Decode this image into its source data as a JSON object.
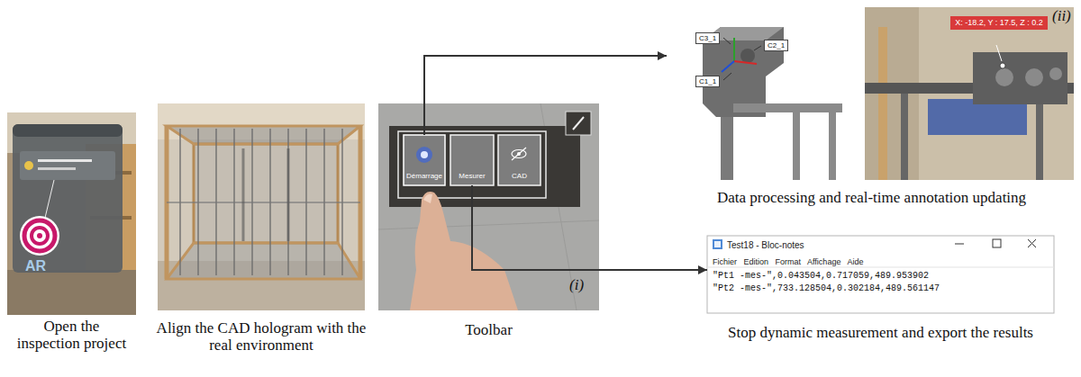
{
  "diagram": {
    "nodes": [
      {
        "text": [
          "Open the inspection project"
        ]
      },
      {
        "text": [
          "Align the CAD hologram with the real environment"
        ]
      },
      {
        "text": [
          "Toolbar"
        ]
      },
      {
        "text": [
          "Démarrage"
        ],
        "in": 2
      },
      {
        "text": [
          "Mesurer"
        ],
        "in": 2
      },
      {
        "text": [
          "CAD"
        ],
        "in": 2
      },
      {
        "text": [
          "Data processing and real-time annotation updating"
        ]
      },
      {
        "text": [
          "C3_1"
        ],
        "in": 6
      },
      {
        "text": [
          "C2_1"
        ],
        "in": 6
      },
      {
        "text": [
          "C1_1"
        ],
        "in": 6
      },
      {
        "text": [
          "X: -18.2, Y : 17.5, Z : 0.2"
        ],
        "in": 6
      },
      {
        "text": [
          "Test18 - Bloc-notes",
          "Fichier Edition Format Affichage Aide",
          "\"Pt1 -mes-\",0.043504,0.717059,489.953902",
          "\"Pt2 -mes-\",733.128504,0.302184,489.561147",
          "Stop dynamic measurement and export the results"
        ]
      }
    ],
    "edges": [
      {
        "from": 3,
        "to": 6,
        "arrow": "to"
      },
      {
        "from": 4,
        "to": 11,
        "arrow": "to"
      }
    ],
    "labels": [
      "AR",
      "(i)",
      "(ii)"
    ]
  }
}
